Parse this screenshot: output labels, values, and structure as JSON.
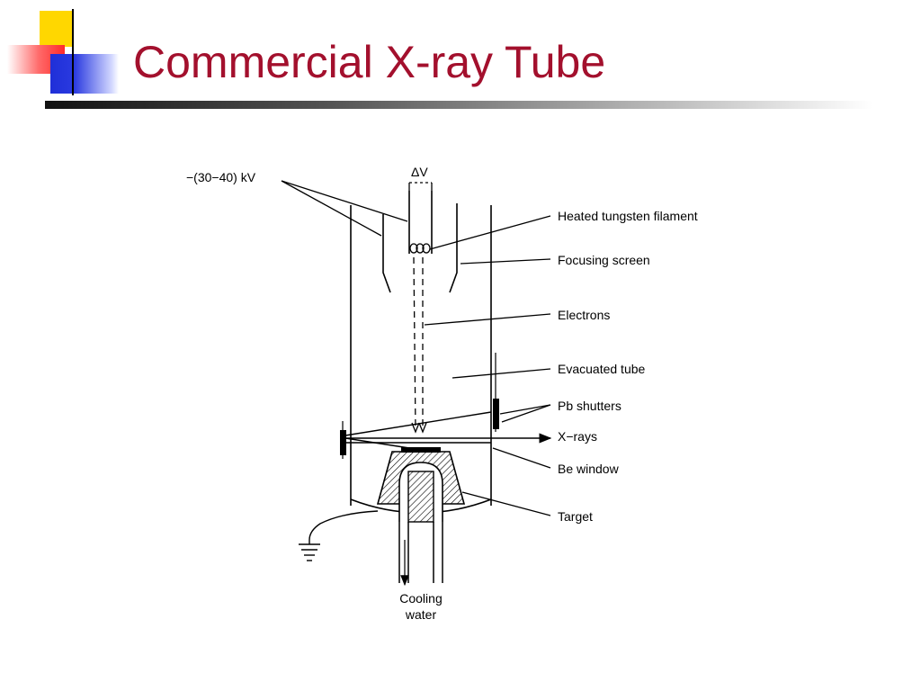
{
  "slide": {
    "title": "Commercial X-ray Tube"
  },
  "colors": {
    "title": "#a3102d",
    "logo_yellow": "#ffd700",
    "logo_red": "#ff2a2a",
    "logo_blue": "#1f2fd8",
    "diagram_ink": "#000000"
  },
  "diagram": {
    "voltage_label": "−(30−40) kV",
    "delta_v_label": "ΔV",
    "labels": {
      "filament": "Heated tungsten filament",
      "focusing_screen": "Focusing screen",
      "electrons": "Electrons",
      "evacuated_tube": "Evacuated tube",
      "pb_shutters": "Pb shutters",
      "xrays": "X−rays",
      "be_window": "Be window",
      "target": "Target",
      "cooling_line1": "Cooling",
      "cooling_line2": "water"
    }
  }
}
